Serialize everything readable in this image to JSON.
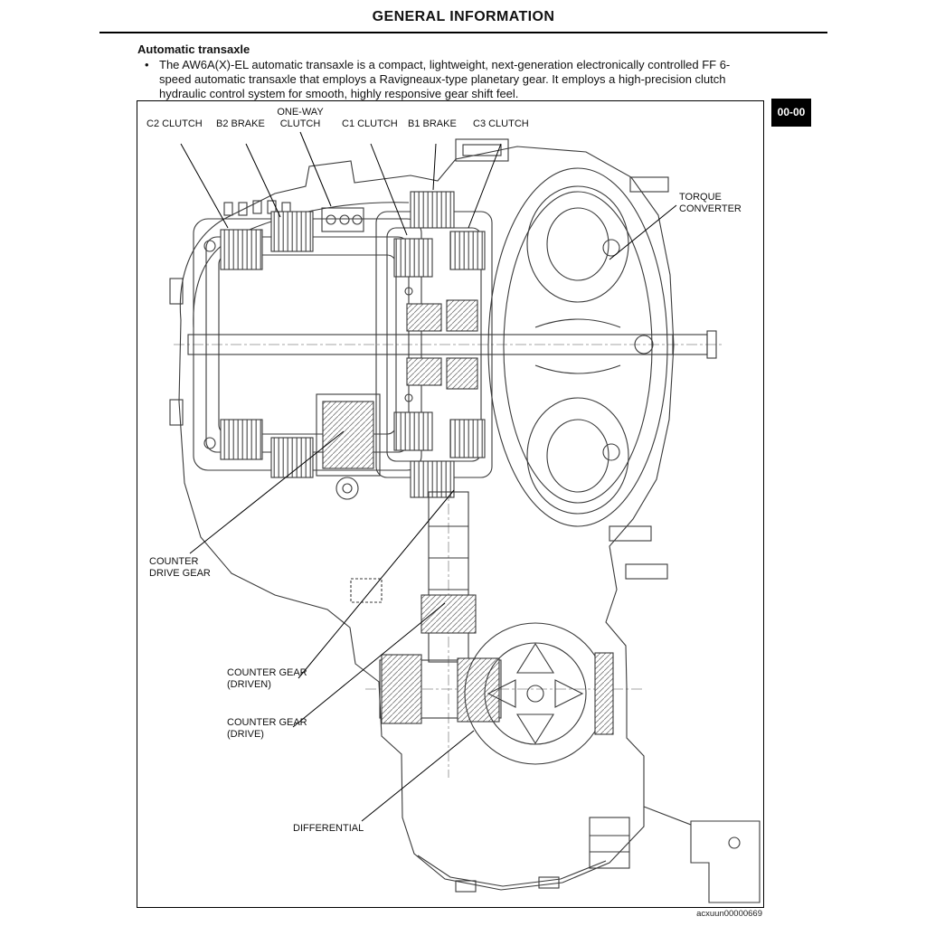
{
  "page": {
    "header_title": "GENERAL INFORMATION",
    "section_tab": "00-00",
    "figure_code": "acxuun00000669"
  },
  "content": {
    "section_heading": "Automatic transaxle",
    "bullet_marker": "•",
    "bullet_text": "The AW6A(X)-EL automatic transaxle is a compact, lightweight, next-generation electronically controlled FF 6-speed automatic transaxle that employs a Ravigneaux-type planetary gear. It employs a high-precision clutch hydraulic control system for smooth, highly responsive gear shift feel."
  },
  "figure": {
    "description": "Cross-section diagram of AW6A(X)-EL automatic transaxle",
    "labels": [
      {
        "id": "c2-clutch",
        "text": "C2 CLUTCH"
      },
      {
        "id": "b2-brake",
        "text": "B2 BRAKE"
      },
      {
        "id": "one-way-clutch",
        "text": "ONE-WAY\nCLUTCH"
      },
      {
        "id": "c1-clutch",
        "text": "C1 CLUTCH"
      },
      {
        "id": "b1-brake",
        "text": "B1 BRAKE"
      },
      {
        "id": "c3-clutch",
        "text": "C3 CLUTCH"
      },
      {
        "id": "torque-converter",
        "text": "TORQUE\nCONVERTER"
      },
      {
        "id": "counter-drive-gear",
        "text": "COUNTER\nDRIVE GEAR"
      },
      {
        "id": "counter-gear-driven",
        "text": "COUNTER GEAR\n(DRIVEN)"
      },
      {
        "id": "counter-gear-drive",
        "text": "COUNTER GEAR\n(DRIVE)"
      },
      {
        "id": "differential",
        "text": "DIFFERENTIAL"
      }
    ]
  }
}
